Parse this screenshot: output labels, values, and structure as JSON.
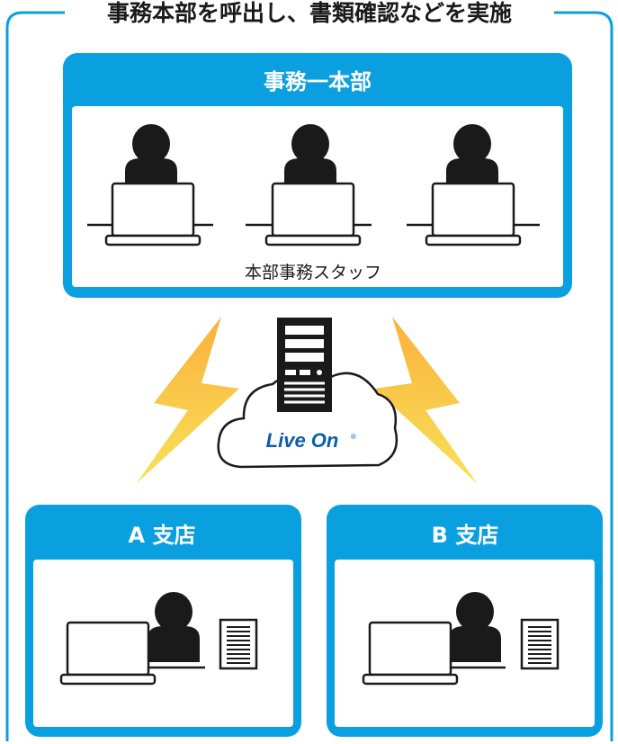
{
  "title": "事務本部を呼出し、書類確認などを実施",
  "hq": {
    "header": "事務一本部",
    "staff_label": "本部事務スタッフ"
  },
  "branches": [
    {
      "header": "A 支店"
    },
    {
      "header": "B 支店"
    }
  ],
  "cloud": {
    "logo_text": "Live On",
    "logo_mark": "®"
  },
  "colors": {
    "accent": "#0aa0e0",
    "outline": "#1a1a1a",
    "lightning_top": "#fbb03b",
    "lightning_bottom": "#f7e259",
    "logo": "#0b5fa5"
  },
  "icons": [
    "person-icon",
    "laptop-icon",
    "document-icon",
    "server-icon",
    "cloud-icon",
    "lightning-icon"
  ]
}
